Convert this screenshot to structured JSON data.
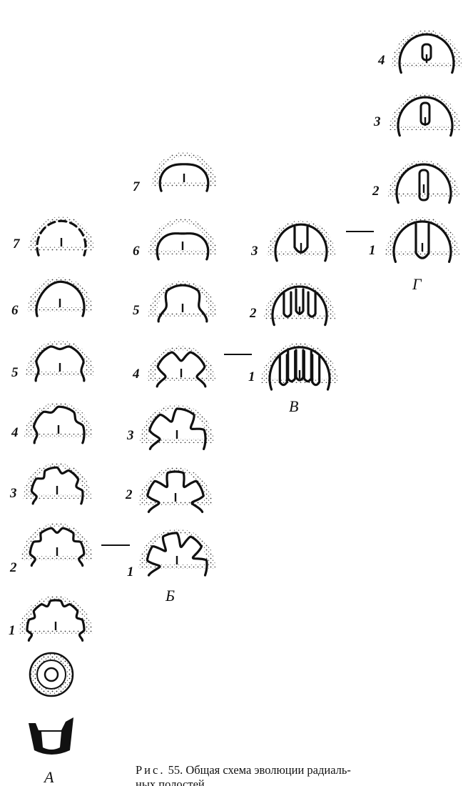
{
  "series": [
    {
      "id": "A",
      "label": "А",
      "numbers": [
        "1",
        "2",
        "3",
        "4",
        "5",
        "6",
        "7"
      ]
    },
    {
      "id": "B",
      "label": "Б",
      "numbers": [
        "1",
        "2",
        "3",
        "4",
        "5",
        "6",
        "7"
      ]
    },
    {
      "id": "V",
      "label": "В",
      "numbers": [
        "1",
        "2",
        "3"
      ]
    },
    {
      "id": "G",
      "label": "Г",
      "numbers": [
        "1",
        "2",
        "3",
        "4"
      ]
    }
  ],
  "caption": {
    "fig_label": "Рис.",
    "fig_number": "55.",
    "text_line1": "Общая схема эволюции радиаль-",
    "text_line2": "ных полостей ..."
  }
}
